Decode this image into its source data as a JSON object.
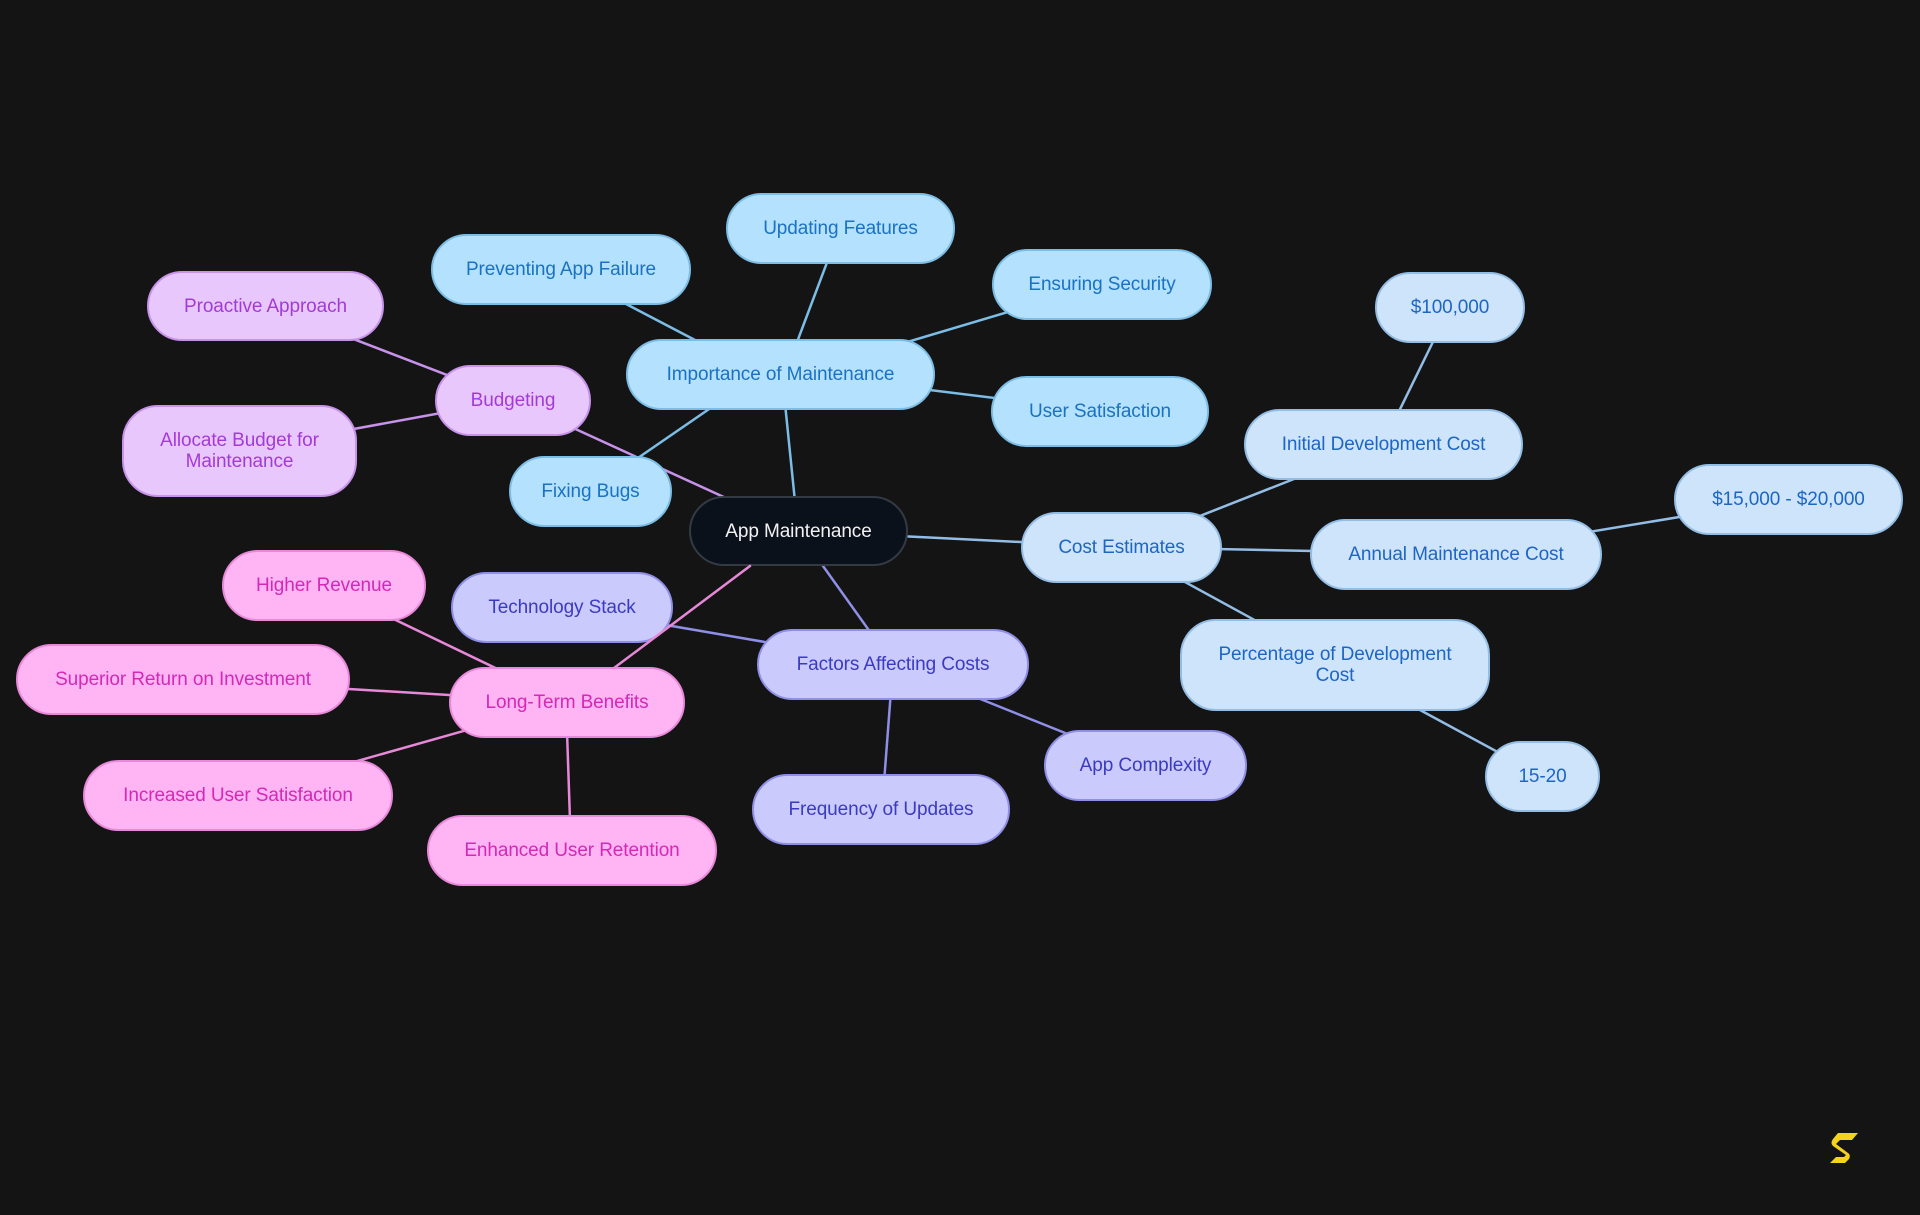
{
  "diagram": {
    "type": "mindmap",
    "root": {
      "id": "root",
      "label": "App Maintenance",
      "color": "#0b111b"
    },
    "branches": {
      "importance": {
        "label": "Importance of Maintenance",
        "color": "#b4e1fd",
        "children": [
          "Preventing App Failure",
          "Updating Features",
          "Ensuring Security",
          "User Satisfaction",
          "Fixing Bugs"
        ]
      },
      "cost": {
        "label": "Cost Estimates",
        "color": "#cde4fb",
        "children": [
          {
            "label": "Initial Development Cost",
            "value": "$100,000"
          },
          {
            "label": "Annual Maintenance Cost",
            "value": "$15,000 - $20,000"
          },
          {
            "label": "Percentage of Development Cost",
            "value": "15-20"
          }
        ]
      },
      "factors": {
        "label": "Factors Affecting Costs",
        "color": "#cacafd",
        "children": [
          "Technology Stack",
          "App Complexity",
          "Frequency of Updates"
        ]
      },
      "budgeting": {
        "label": "Budgeting",
        "color": "#e8c8fc",
        "children": [
          "Proactive Approach",
          "Allocate Budget for Maintenance"
        ]
      },
      "benefits": {
        "label": "Long-Term Benefits",
        "color": "#ffb4f4",
        "children": [
          "Higher Revenue",
          "Superior Return on Investment",
          "Increased User Satisfaction",
          "Enhanced User Retention"
        ]
      }
    },
    "nodes": {
      "root": "App Maintenance",
      "importance": "Importance of Maintenance",
      "preventing": "Preventing App Failure",
      "updating": "Updating Features",
      "ensuring": "Ensuring Security",
      "user_satisfaction": "User Satisfaction",
      "fixing_bugs": "Fixing Bugs",
      "budgeting": "Budgeting",
      "proactive": "Proactive Approach",
      "allocate": "Allocate Budget for Maintenance",
      "cost_estimates": "Cost Estimates",
      "initial_dev": "Initial Development Cost",
      "initial_value": "$100,000",
      "annual_maint": "Annual Maintenance Cost",
      "annual_value": "$15,000 - $20,000",
      "percentage": "Percentage of Development Cost",
      "percentage_value": "15-20",
      "factors": "Factors Affecting Costs",
      "tech_stack": "Technology Stack",
      "app_complexity": "App Complexity",
      "frequency": "Frequency of Updates",
      "long_term": "Long-Term Benefits",
      "higher_revenue": "Higher Revenue",
      "superior_roi": "Superior Return on Investment",
      "increased_sat": "Increased User Satisfaction",
      "enhanced_retention": "Enhanced User Retention"
    },
    "edge_colors": {
      "importance": "#7cbde6",
      "cost": "#94bde6",
      "factors": "#8f8fe8",
      "budgeting": "#c792ea",
      "benefits": "#e888d8"
    }
  },
  "branding": {
    "logo_icon": "s-logo-icon",
    "logo_color": "#f5d31c"
  }
}
